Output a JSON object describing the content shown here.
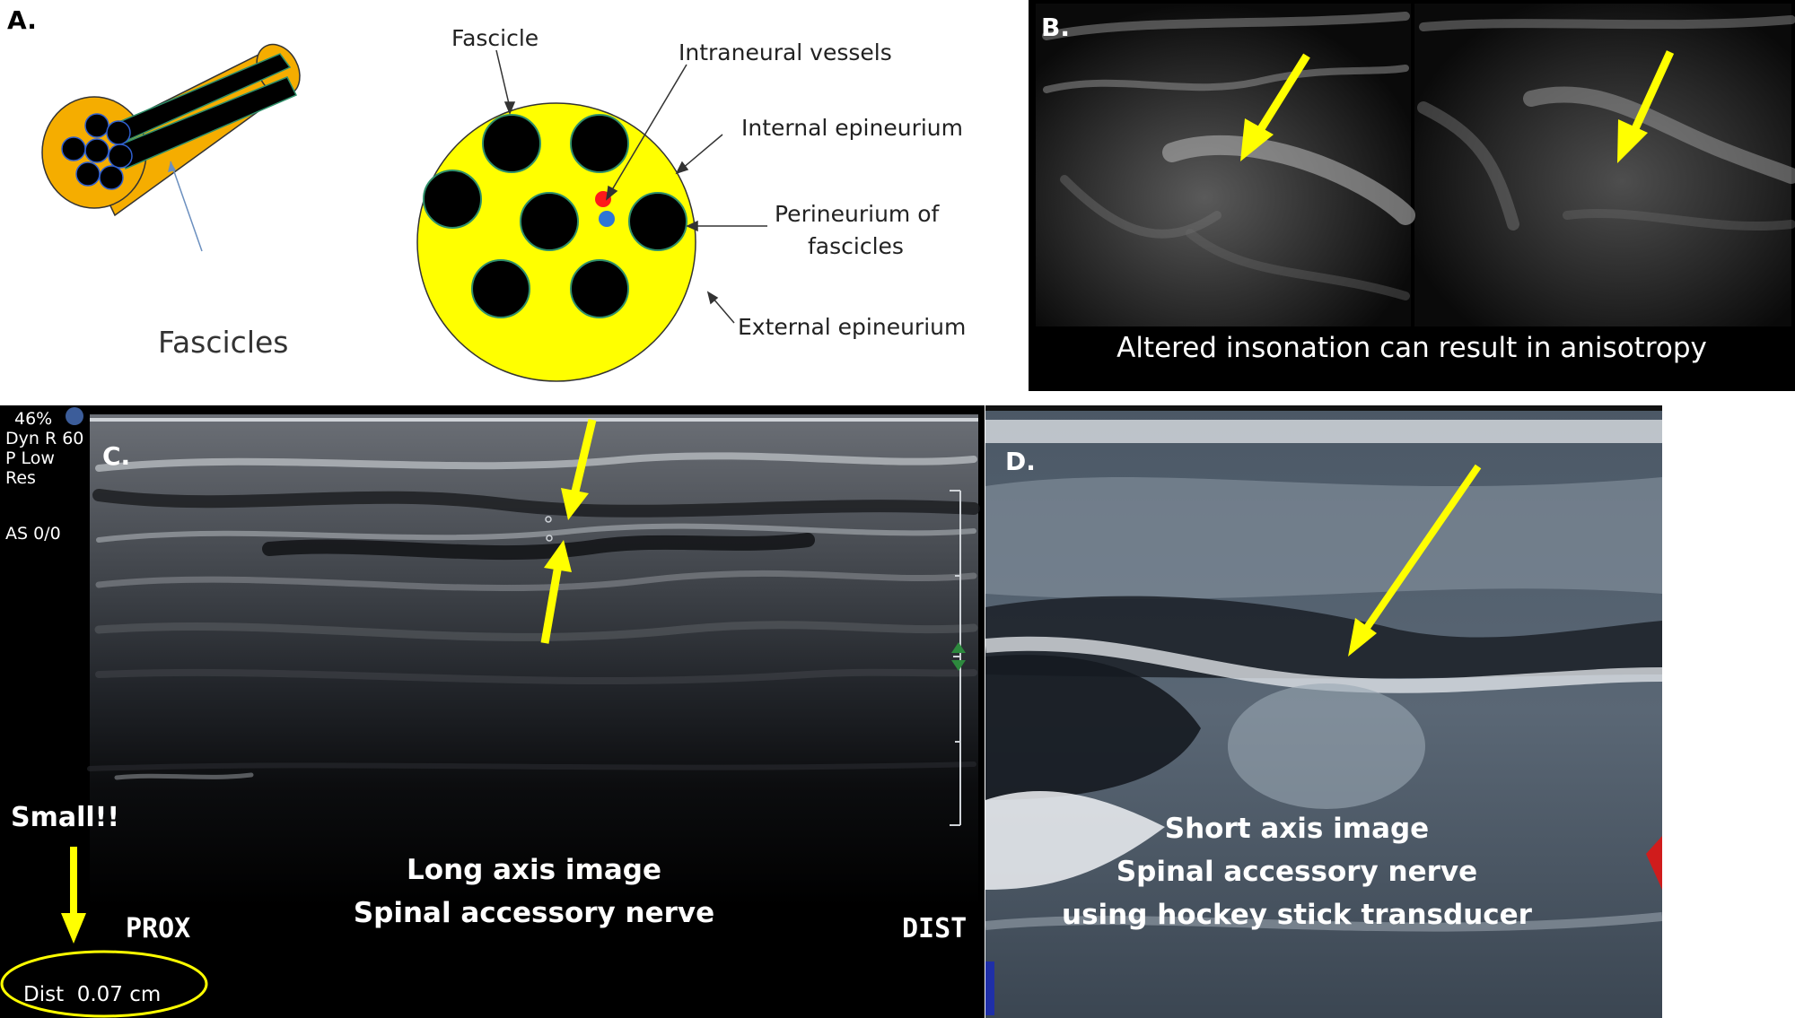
{
  "panel_a": {
    "label": "A.",
    "cylinder_label": "Fascicles",
    "cross_section_labels": {
      "fascicle": "Fascicle",
      "vessels": "Intraneural vessels",
      "internal": "Internal epineurium",
      "perineurium_line1": "Perineurium of",
      "perineurium_line2": "fascicles",
      "external": "External epineurium"
    },
    "colors": {
      "outer_cylinder": "#f5ad00",
      "cross_section": "#ffff00",
      "fascicle": "#000000",
      "perineurium": "#2f8f6a",
      "artery": "#ff1a1a",
      "vein": "#2e75d6"
    }
  },
  "panel_b": {
    "label": "B.",
    "caption": "Altered insonation can result in anisotropy"
  },
  "panel_c": {
    "label": "C.",
    "settings": [
      "46%",
      "Dyn R 60",
      "P Low",
      "Res",
      "AS 0/0"
    ],
    "small_note": "Small!!",
    "caption_line1": "Long axis image",
    "caption_line2": "Spinal accessory nerve",
    "prox": "PROX",
    "dist": "DIST",
    "measurement": "Dist  0.07 cm"
  },
  "panel_d": {
    "label": "D.",
    "caption_line1": "Short axis image",
    "caption_line2": "Spinal accessory nerve",
    "caption_line3": "using hockey stick transducer"
  },
  "arrow_color": "#ffff00"
}
